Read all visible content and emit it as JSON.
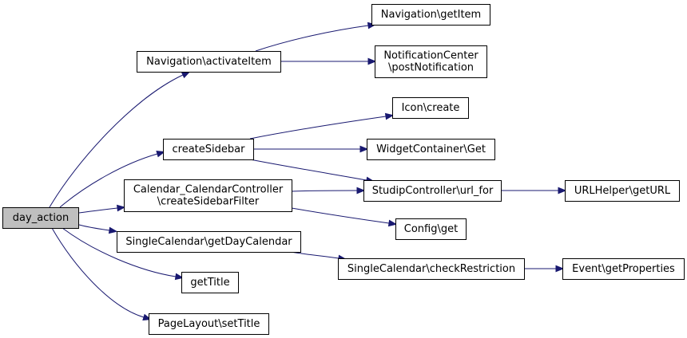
{
  "diagram": {
    "nodes": [
      {
        "id": "day_action",
        "lines": [
          "day_action"
        ],
        "root": true
      },
      {
        "id": "nav_activate",
        "lines": [
          "Navigation\\activateItem"
        ]
      },
      {
        "id": "nav_getitem",
        "lines": [
          "Navigation\\getItem"
        ]
      },
      {
        "id": "notif_post",
        "lines": [
          "NotificationCenter",
          "\\postNotification"
        ]
      },
      {
        "id": "create_sidebar",
        "lines": [
          "createSidebar"
        ]
      },
      {
        "id": "icon_create",
        "lines": [
          "Icon\\create"
        ]
      },
      {
        "id": "widget_get",
        "lines": [
          "WidgetContainer\\Get"
        ]
      },
      {
        "id": "cal_filter",
        "lines": [
          "Calendar_CalendarController",
          "\\createSidebarFilter"
        ]
      },
      {
        "id": "url_for",
        "lines": [
          "StudipController\\url_for"
        ]
      },
      {
        "id": "get_url",
        "lines": [
          "URLHelper\\getURL"
        ]
      },
      {
        "id": "config_get",
        "lines": [
          "Config\\get"
        ]
      },
      {
        "id": "get_day_cal",
        "lines": [
          "SingleCalendar\\getDayCalendar"
        ]
      },
      {
        "id": "check_restr",
        "lines": [
          "SingleCalendar\\checkRestriction"
        ]
      },
      {
        "id": "event_props",
        "lines": [
          "Event\\getProperties"
        ]
      },
      {
        "id": "get_title",
        "lines": [
          "getTitle"
        ]
      },
      {
        "id": "set_title",
        "lines": [
          "PageLayout\\setTitle"
        ]
      }
    ],
    "edges": [
      {
        "from": "day_action",
        "to": "nav_activate"
      },
      {
        "from": "day_action",
        "to": "create_sidebar"
      },
      {
        "from": "day_action",
        "to": "cal_filter"
      },
      {
        "from": "day_action",
        "to": "get_day_cal"
      },
      {
        "from": "day_action",
        "to": "get_title"
      },
      {
        "from": "day_action",
        "to": "set_title"
      },
      {
        "from": "nav_activate",
        "to": "nav_getitem"
      },
      {
        "from": "nav_activate",
        "to": "notif_post"
      },
      {
        "from": "create_sidebar",
        "to": "icon_create"
      },
      {
        "from": "create_sidebar",
        "to": "widget_get"
      },
      {
        "from": "create_sidebar",
        "to": "url_for"
      },
      {
        "from": "cal_filter",
        "to": "url_for"
      },
      {
        "from": "cal_filter",
        "to": "config_get"
      },
      {
        "from": "url_for",
        "to": "get_url"
      },
      {
        "from": "get_day_cal",
        "to": "check_restr"
      },
      {
        "from": "check_restr",
        "to": "event_props"
      }
    ],
    "colors": {
      "edge": "#191970",
      "root_fill": "#bfbfbf",
      "node_fill": "#ffffff",
      "border": "#000000"
    }
  }
}
